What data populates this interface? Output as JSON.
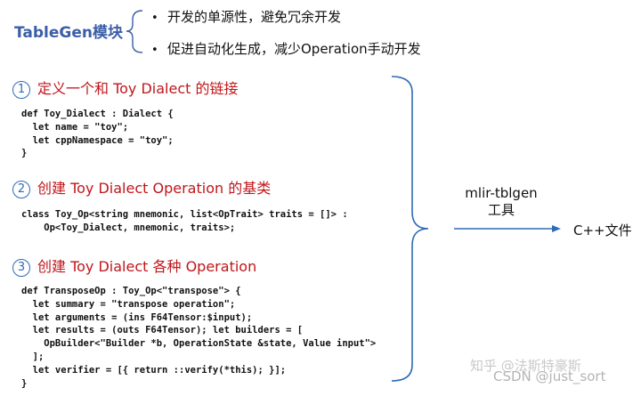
{
  "module": {
    "title": "TableGen模块"
  },
  "bullets": [
    "开发的单源性，避免冗余开发",
    "促进自动化生成，减少Operation手动开发"
  ],
  "steps": [
    {
      "num": "1",
      "title": "定义一个和 Toy Dialect 的链接"
    },
    {
      "num": "2",
      "title": "创建 Toy Dialect Operation 的基类"
    },
    {
      "num": "3",
      "title": "创建 Toy Dialect 各种 Operation"
    }
  ],
  "code": {
    "dialect": "def Toy_Dialect : Dialect {\n  let name = \"toy\";\n  let cppNamespace = \"toy\";\n}",
    "op_base": "class Toy_Op<string mnemonic, list<OpTrait> traits = []> :\n    Op<Toy_Dialect, mnemonic, traits>;",
    "transpose": "def TransposeOp : Toy_Op<\"transpose\"> {\n  let summary = \"transpose operation\";\n  let arguments = (ins F64Tensor:$input);\n  let results = (outs F64Tensor); let builders = [\n    OpBuilder<\"Builder *b, OperationState &state, Value input\">\n  ];\n  let verifier = [{ return ::verify(*this); }];\n}"
  },
  "tool": {
    "line1": "mlir-tblgen",
    "line2": "工具"
  },
  "output": {
    "label": "C++文件"
  },
  "watermark": {
    "line1": "知乎 @法斯特豪斯",
    "line2": "CSDN @just_sort"
  }
}
